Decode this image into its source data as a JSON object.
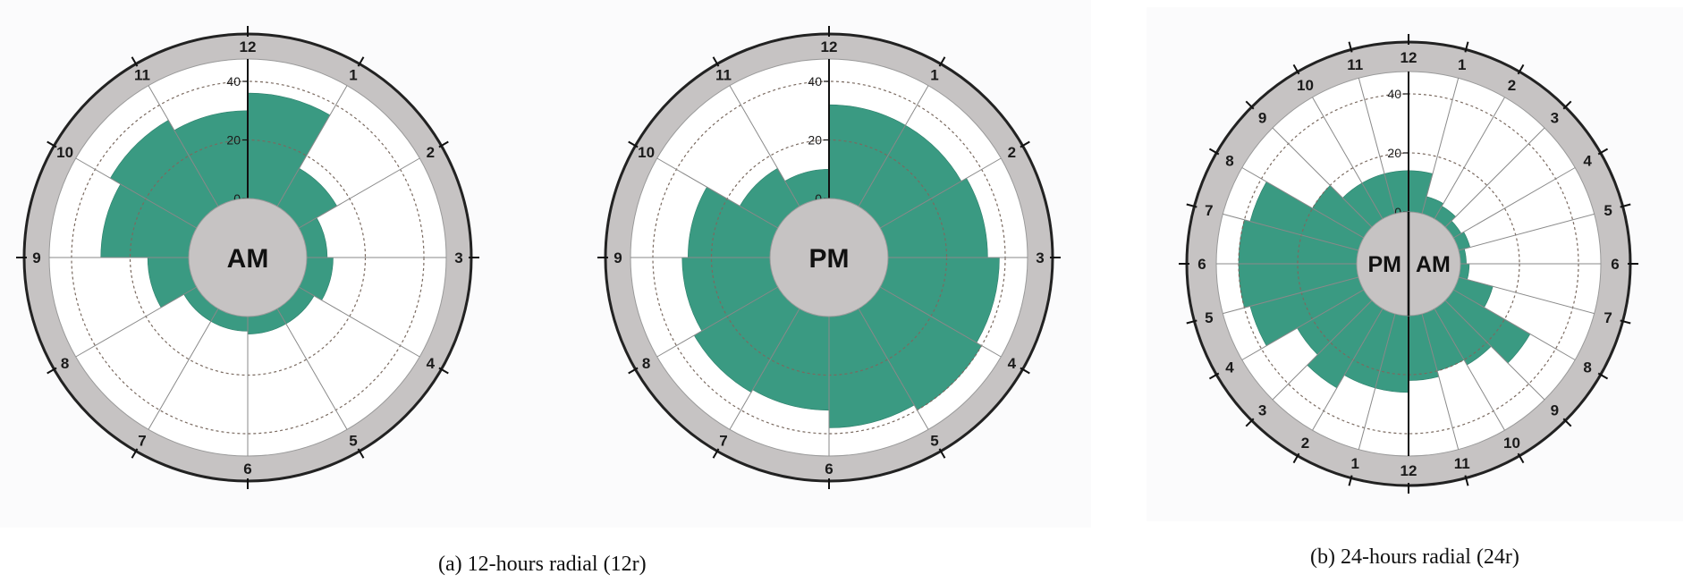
{
  "colors": {
    "bar": "#3a9a82",
    "ring": "#c6c3c3",
    "ring_outline": "#222222",
    "grid_dotted": "#7a6a60",
    "spoke": "#8a8a8a",
    "center": "#c6c3c3"
  },
  "captions": {
    "a": "(a) 12-hours radial (12r)",
    "b": "(b) 24-hours radial (24r)"
  },
  "chart_data": [
    {
      "type": "radial-bar",
      "center_label": "AM",
      "hour_labels": [
        "12",
        "1",
        "2",
        "3",
        "4",
        "5",
        "6",
        "7",
        "8",
        "9",
        "10",
        "11"
      ],
      "radial_ticks": [
        "0",
        "20",
        "40"
      ],
      "rlim": [
        0,
        40
      ],
      "values": [
        36,
        15,
        7,
        9,
        6,
        6,
        5,
        5,
        14,
        30,
        34,
        30
      ]
    },
    {
      "type": "radial-bar",
      "center_label": "PM",
      "hour_labels": [
        "12",
        "1",
        "2",
        "3",
        "4",
        "5",
        "6",
        "7",
        "8",
        "9",
        "10",
        "11"
      ],
      "radial_ticks": [
        "0",
        "20",
        "40"
      ],
      "rlim": [
        0,
        40
      ],
      "values": [
        32,
        32,
        34,
        38,
        40,
        38,
        32,
        33,
        30,
        28,
        15,
        10
      ]
    },
    {
      "type": "radial-bar",
      "center_labels": [
        "PM",
        "AM"
      ],
      "right_hour_labels": [
        "12",
        "1",
        "2",
        "3",
        "4",
        "5",
        "6",
        "7",
        "8",
        "9",
        "10",
        "11"
      ],
      "left_hour_labels": [
        "12",
        "1",
        "2",
        "3",
        "4",
        "5",
        "6",
        "7",
        "8",
        "9",
        "10",
        "11"
      ],
      "radial_ticks": [
        "0",
        "20",
        "40"
      ],
      "rlim": [
        0,
        40
      ],
      "am_values": [
        14,
        6,
        5,
        3,
        4,
        2,
        3,
        12,
        30,
        22,
        20,
        22
      ],
      "pm_values": [
        26,
        26,
        31,
        26,
        38,
        40,
        40,
        38,
        20,
        14,
        14,
        14
      ]
    }
  ]
}
